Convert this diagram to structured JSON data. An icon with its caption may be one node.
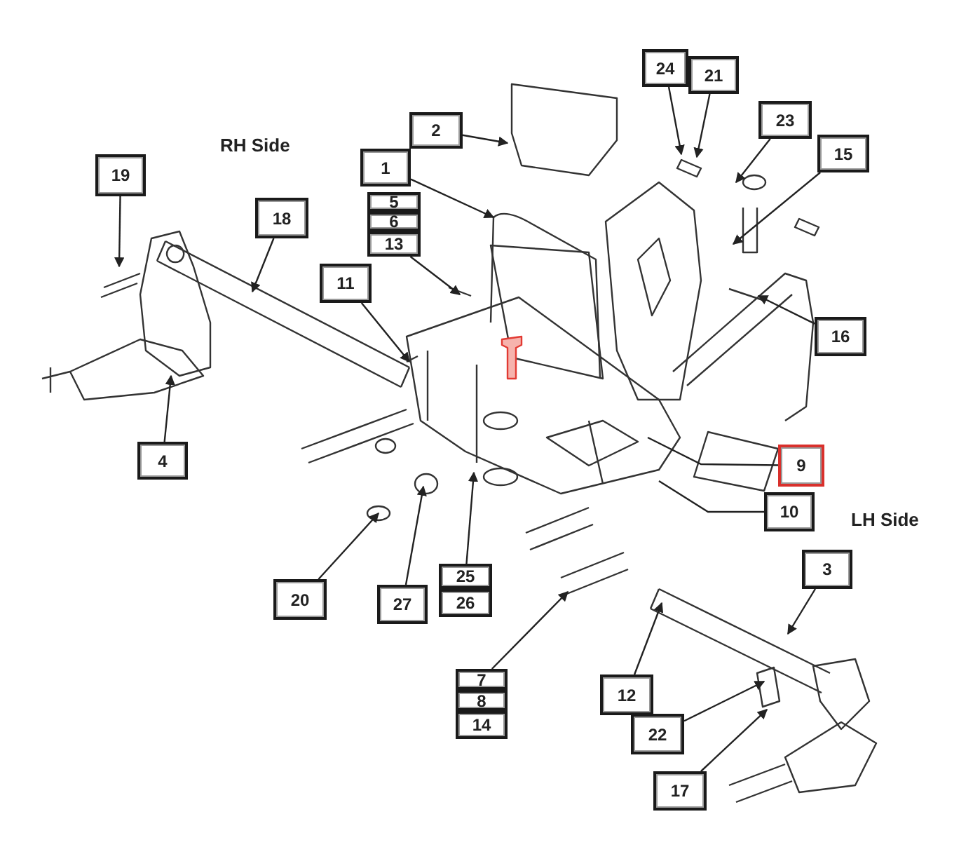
{
  "diagram": {
    "nodes": [
      {
        "text": [
          "24"
        ]
      },
      {
        "text": [
          "21"
        ]
      },
      {
        "text": [
          "23"
        ]
      },
      {
        "text": [
          "2"
        ]
      },
      {
        "text": [
          "1"
        ]
      },
      {
        "text": [
          "5"
        ]
      },
      {
        "text": [
          "6"
        ]
      },
      {
        "text": [
          "13"
        ]
      },
      {
        "text": [
          "15"
        ]
      },
      {
        "text": [
          "19"
        ]
      },
      {
        "text": [
          "18"
        ]
      },
      {
        "text": [
          "11"
        ]
      },
      {
        "text": [
          "16"
        ]
      },
      {
        "text": [
          "4"
        ]
      },
      {
        "text": [
          "9"
        ]
      },
      {
        "text": [
          "10"
        ]
      },
      {
        "text": [
          "3"
        ]
      },
      {
        "text": [
          "20"
        ]
      },
      {
        "text": [
          "27"
        ]
      },
      {
        "text": [
          "25"
        ]
      },
      {
        "text": [
          "26"
        ]
      },
      {
        "text": [
          "7"
        ]
      },
      {
        "text": [
          "12"
        ]
      },
      {
        "text": [
          "8"
        ]
      },
      {
        "text": [
          "14"
        ]
      },
      {
        "text": [
          "22"
        ]
      },
      {
        "text": [
          "17"
        ]
      }
    ],
    "edges": [
      {
        "from": 0,
        "to": null,
        "arrow": "to"
      },
      {
        "from": 1,
        "to": null,
        "arrow": "to"
      },
      {
        "from": 2,
        "to": null,
        "arrow": "to"
      },
      {
        "from": 3,
        "to": null,
        "arrow": "to"
      },
      {
        "from": 4,
        "to": null,
        "arrow": "to"
      },
      {
        "from": 7,
        "to": null,
        "arrow": "to"
      },
      {
        "from": 8,
        "to": null,
        "arrow": "to"
      },
      {
        "from": 9,
        "to": null,
        "arrow": "to"
      },
      {
        "from": 10,
        "to": null,
        "arrow": "to"
      },
      {
        "from": 11,
        "to": null,
        "arrow": "to"
      },
      {
        "from": 12,
        "to": null,
        "arrow": "to"
      },
      {
        "from": 13,
        "to": null,
        "arrow": "to"
      },
      {
        "from": 14,
        "to": null,
        "arrow": "none"
      },
      {
        "from": 15,
        "to": null,
        "arrow": "none"
      },
      {
        "from": 16,
        "to": null,
        "arrow": "to"
      },
      {
        "from": 17,
        "to": null,
        "arrow": "to"
      },
      {
        "from": 18,
        "to": null,
        "arrow": "to"
      },
      {
        "from": 19,
        "to": null,
        "arrow": "to"
      },
      {
        "from": 21,
        "to": null,
        "arrow": "to"
      },
      {
        "from": 22,
        "to": null,
        "arrow": "to"
      },
      {
        "from": 25,
        "to": null,
        "arrow": "to"
      },
      {
        "from": 26,
        "to": null,
        "arrow": "to"
      }
    ],
    "labels": [
      "RH Side",
      "LH Side"
    ]
  }
}
